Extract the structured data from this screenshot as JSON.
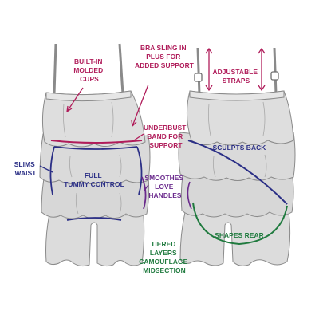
{
  "labels": {
    "built_in_cups": [
      "BUILT-IN",
      "MOLDED",
      "CUPS"
    ],
    "bra_sling": [
      "BRA SLING IN",
      "PLUS FOR",
      "ADDED SUPPORT"
    ],
    "adjustable_straps": [
      "ADJUSTABLE",
      "STRAPS"
    ],
    "underbust_band": [
      "UNDERBUST",
      "BAND FOR",
      "SUPPORT"
    ],
    "sculpts_back": [
      "SCULPTS BACK"
    ],
    "slims_waist": [
      "SLIMS",
      "WAIST"
    ],
    "full_tummy_control": [
      "FULL",
      "TUMMY CONTROL"
    ],
    "smoothes_love_handles": [
      "SMOOTHES",
      "LOVE",
      "HANDLES"
    ],
    "shapes_rear": [
      "SHAPES REAR"
    ],
    "tiered_layers": [
      "TIERED",
      "LAYERS",
      "CAMOUFLAGE",
      "MIDSECTION"
    ]
  },
  "colors": {
    "garment_fill": "#d9d9d9",
    "garment_stroke": "#8a8a8a",
    "magenta": "#b01c5a",
    "navy": "#2b2f86",
    "purple": "#6a2a8c",
    "green": "#1f7a3e"
  }
}
